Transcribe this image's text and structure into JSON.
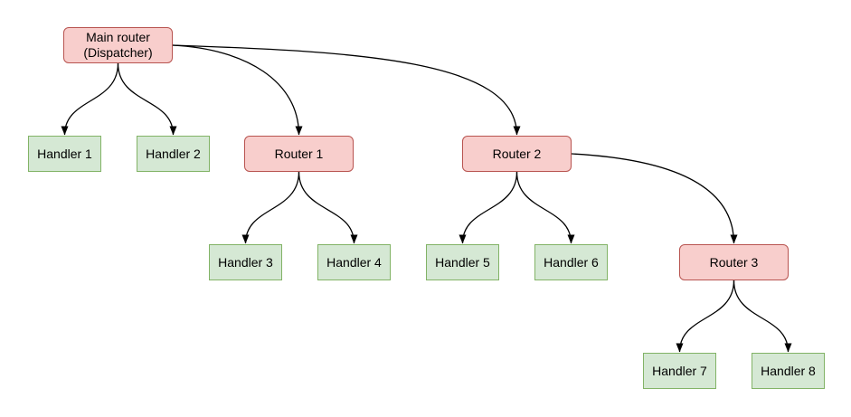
{
  "diagram": {
    "colors": {
      "router_fill": "#f8cecc",
      "router_stroke": "#b85450",
      "handler_fill": "#d5e8d4",
      "handler_stroke": "#82b366",
      "edge_stroke": "#000000",
      "background": "#ffffff"
    },
    "nodes": {
      "main_router": {
        "line1": "Main router",
        "line2": "(Dispatcher)",
        "type": "router"
      },
      "router_1": {
        "label": "Router 1",
        "type": "router"
      },
      "router_2": {
        "label": "Router 2",
        "type": "router"
      },
      "router_3": {
        "label": "Router 3",
        "type": "router"
      },
      "handler_1": {
        "label": "Handler 1",
        "type": "handler"
      },
      "handler_2": {
        "label": "Handler 2",
        "type": "handler"
      },
      "handler_3": {
        "label": "Handler 3",
        "type": "handler"
      },
      "handler_4": {
        "label": "Handler 4",
        "type": "handler"
      },
      "handler_5": {
        "label": "Handler 5",
        "type": "handler"
      },
      "handler_6": {
        "label": "Handler 6",
        "type": "handler"
      },
      "handler_7": {
        "label": "Handler 7",
        "type": "handler"
      },
      "handler_8": {
        "label": "Handler 8",
        "type": "handler"
      }
    },
    "edges": [
      {
        "from": "main_router",
        "to": "handler_1"
      },
      {
        "from": "main_router",
        "to": "handler_2"
      },
      {
        "from": "main_router",
        "to": "router_1"
      },
      {
        "from": "main_router",
        "to": "router_2"
      },
      {
        "from": "router_1",
        "to": "handler_3"
      },
      {
        "from": "router_1",
        "to": "handler_4"
      },
      {
        "from": "router_2",
        "to": "handler_5"
      },
      {
        "from": "router_2",
        "to": "handler_6"
      },
      {
        "from": "router_2",
        "to": "router_3"
      },
      {
        "from": "router_3",
        "to": "handler_7"
      },
      {
        "from": "router_3",
        "to": "handler_8"
      }
    ]
  }
}
